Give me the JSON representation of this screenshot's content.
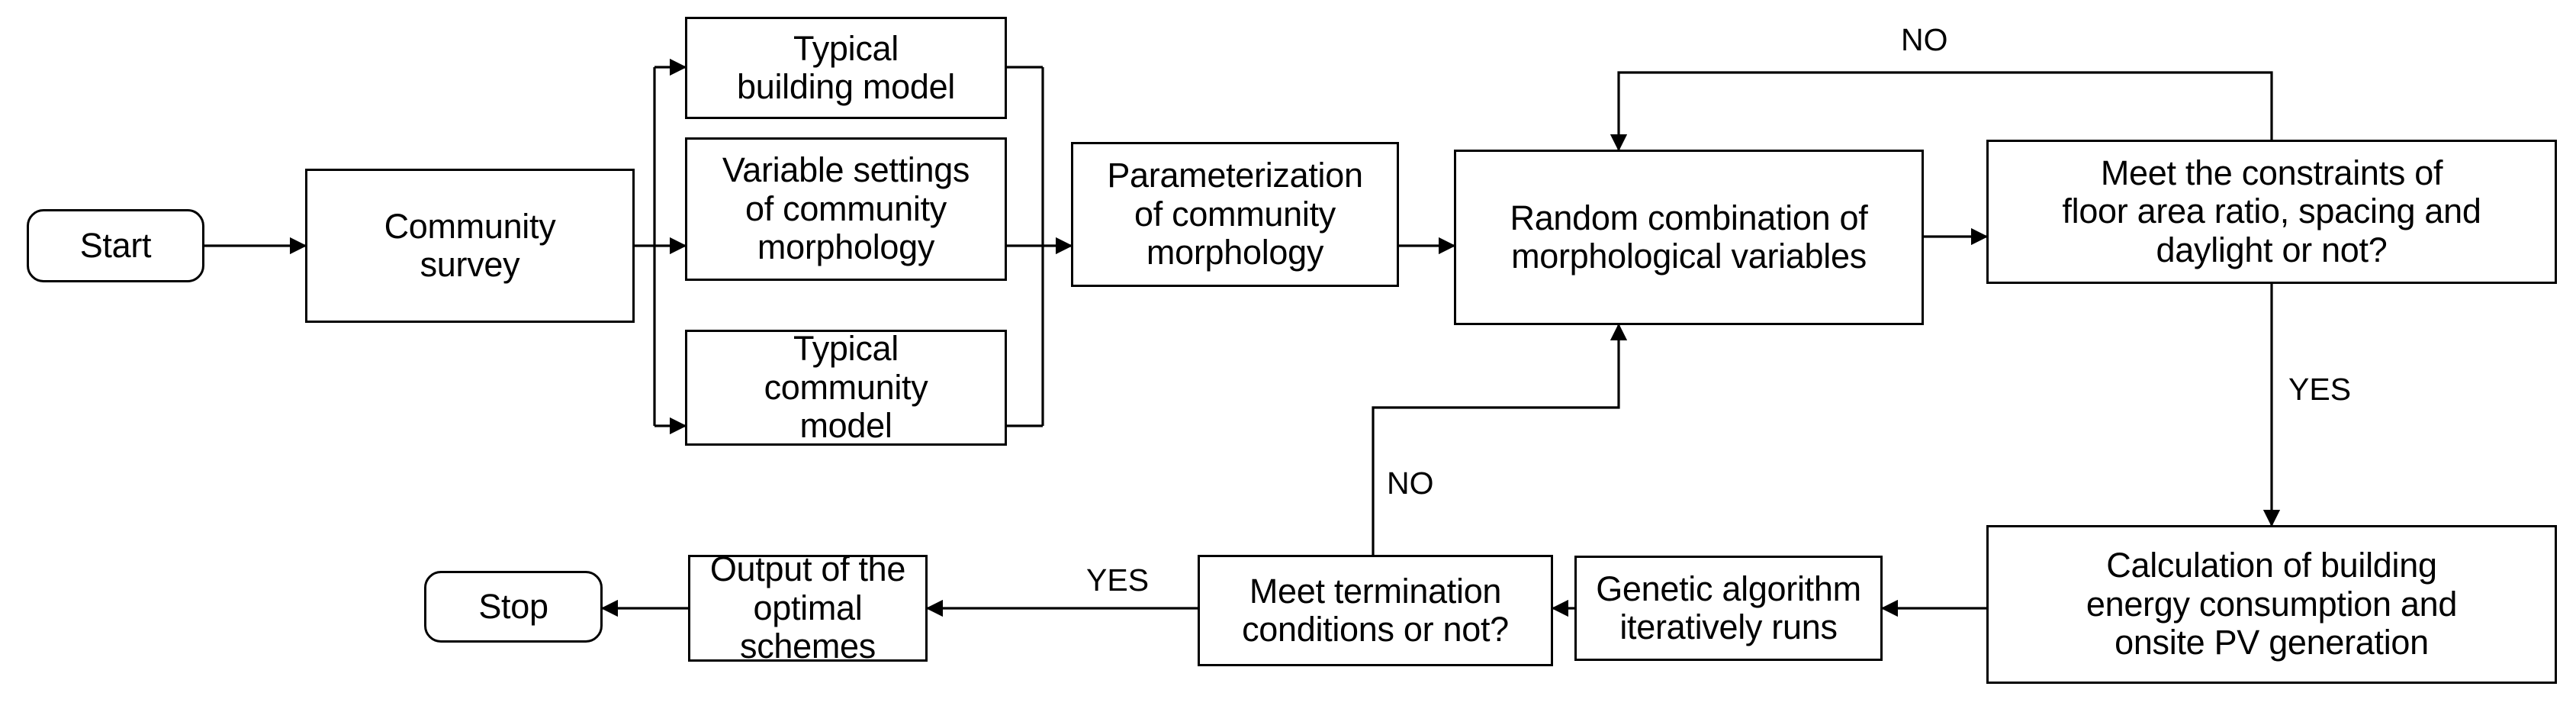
{
  "diagram": {
    "title": "Community morphology optimization workflow flowchart",
    "stroke_color": "#000000",
    "background_color": "#ffffff",
    "nodes": {
      "start": "Start",
      "community_survey": "Community\nsurvey",
      "typical_building_model": "Typical\nbuilding model",
      "variable_settings": "Variable settings\nof community\nmorphology",
      "typical_community_model": "Typical\ncommunity\nmodel",
      "parameterization": "Parameterization\nof community\nmorphology",
      "random_combination": "Random combination of\nmorphological variables",
      "meet_constraints": "Meet the constraints of\nfloor area ratio, spacing and\ndaylight or not?",
      "calculation": "Calculation of building\nenergy consumption and\nonsite PV generation",
      "genetic_algorithm": "Genetic algorithm\niteratively runs",
      "meet_termination": "Meet termination\nconditions or not?",
      "output_optimal": "Output of the\noptimal schemes",
      "stop": "Stop"
    },
    "edge_labels": {
      "constraints_no": "NO",
      "constraints_yes": "YES",
      "termination_no": "NO",
      "termination_yes": "YES"
    }
  }
}
